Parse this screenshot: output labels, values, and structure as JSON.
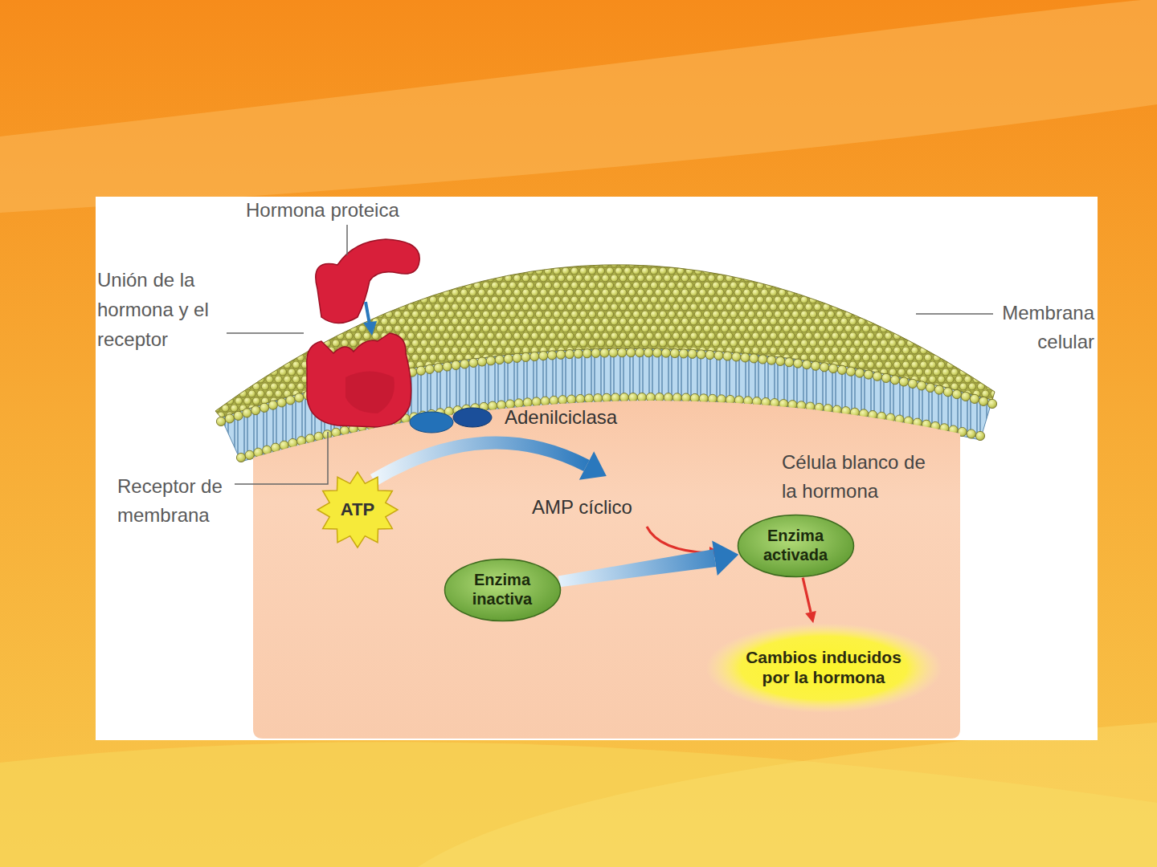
{
  "diagram": {
    "nodes": [
      {
        "text": [
          "Célula blanco de la hormona"
        ]
      },
      {
        "text": [
          "ATP"
        ],
        "in": 0
      },
      {
        "text": [
          "Enzima inactiva"
        ],
        "in": 0
      },
      {
        "text": [
          "Enzima activada"
        ],
        "in": 0
      },
      {
        "text": [
          "Cambios inducidos por la hormona"
        ],
        "in": 0
      }
    ],
    "edges": [
      {
        "from": 2,
        "to": 3,
        "arrow": "to"
      },
      {
        "from": 3,
        "to": 4,
        "arrow": "to"
      }
    ],
    "labels": [
      "Hormona proteica",
      "Unión de la hormona y el receptor",
      "Membrana celular",
      "Adenilciclasa",
      "Receptor de membrana",
      "AMP cíclico"
    ]
  }
}
